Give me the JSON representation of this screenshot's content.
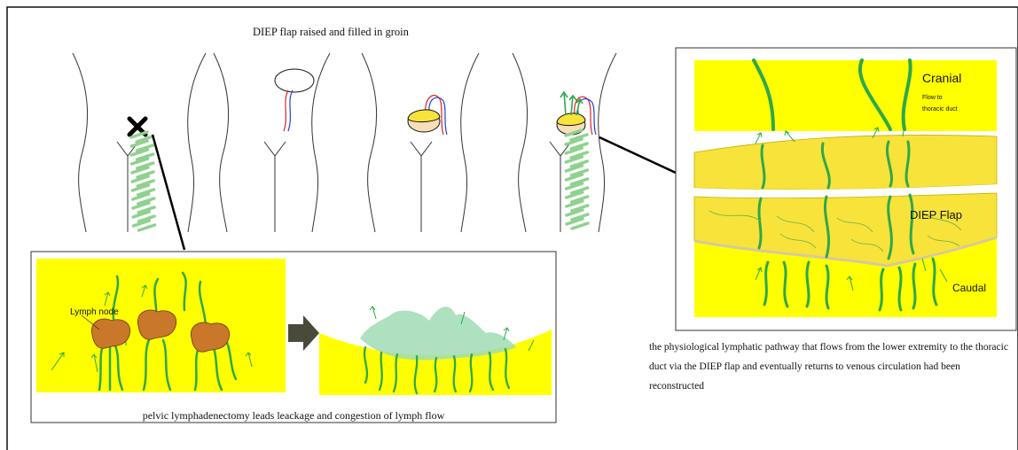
{
  "figure": {
    "top_caption": "DIEP flap raised and filled in groin",
    "bottom_caption": "pelvic lymphadenectomy leads leackage and congestion of lymph flow",
    "side_caption": "the physiological lymphatic pathway that flows from the lower extremity to the thoracic duct via the DIEP flap and eventually returns to venous circulation had been reconstructed",
    "labels": {
      "cranial": "Cranial",
      "flow_to": "Flow to",
      "thoracic_duct": "thoracic duct",
      "diep_flap": "DIEP Flap",
      "caudal": "Caudal",
      "lymph_node": "Lymph node"
    }
  },
  "colors": {
    "yellow": "#ffff00",
    "flap_yellow": "#f7e33a",
    "lymph_green": "#2fa84a",
    "leak_green": "#9fdcb4",
    "node_brown": "#c9772a",
    "artery_red": "#e02020",
    "vein_blue": "#2040d0",
    "arrow_gray": "#4a4a3a"
  }
}
